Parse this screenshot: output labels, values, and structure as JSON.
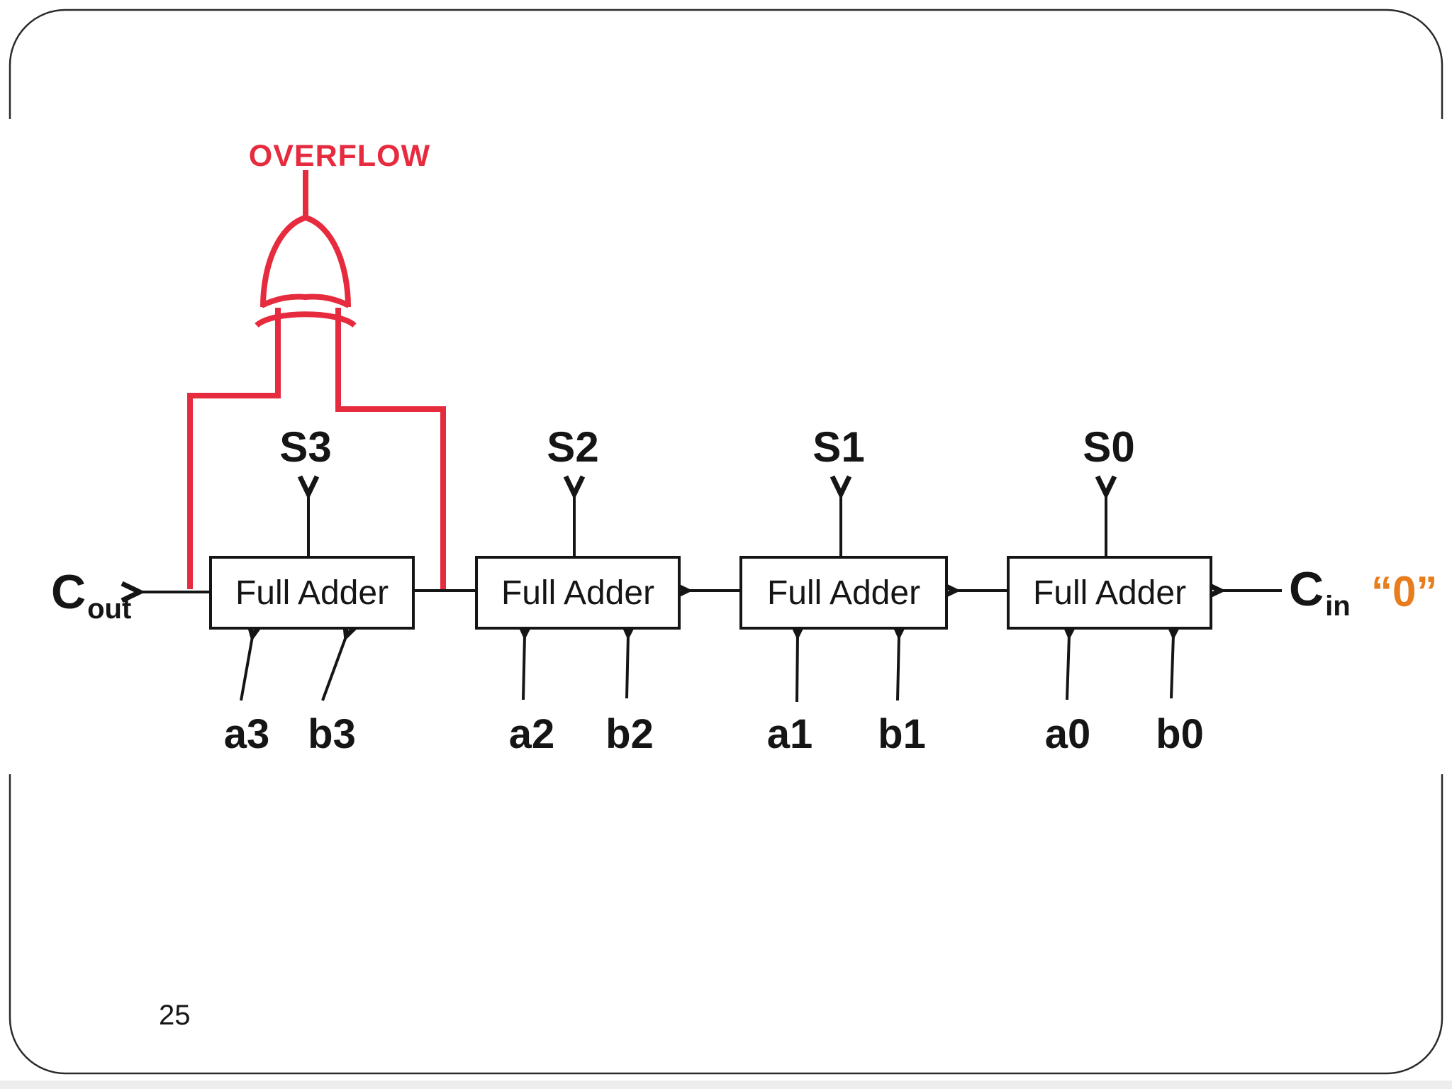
{
  "slide": {
    "page_number": "25"
  },
  "colors": {
    "wire_red": "#e72b3f",
    "value_orange": "#e87d1e",
    "ink": "#151515"
  },
  "diagram": {
    "overflow_label": "OVERFLOW",
    "gate_icon": "xor-gate",
    "carry_out": {
      "letter": "C",
      "subscript": "out"
    },
    "carry_in": {
      "letter": "C",
      "subscript": "in"
    },
    "carry_in_value": "“0”",
    "adders": [
      {
        "label": "Full Adder",
        "sum_label": "S3",
        "input_a": "a3",
        "input_b": "b3"
      },
      {
        "label": "Full Adder",
        "sum_label": "S2",
        "input_a": "a2",
        "input_b": "b2"
      },
      {
        "label": "Full Adder",
        "sum_label": "S1",
        "input_a": "a1",
        "input_b": "b1"
      },
      {
        "label": "Full Adder",
        "sum_label": "S0",
        "input_a": "a0",
        "input_b": "b0"
      }
    ]
  }
}
